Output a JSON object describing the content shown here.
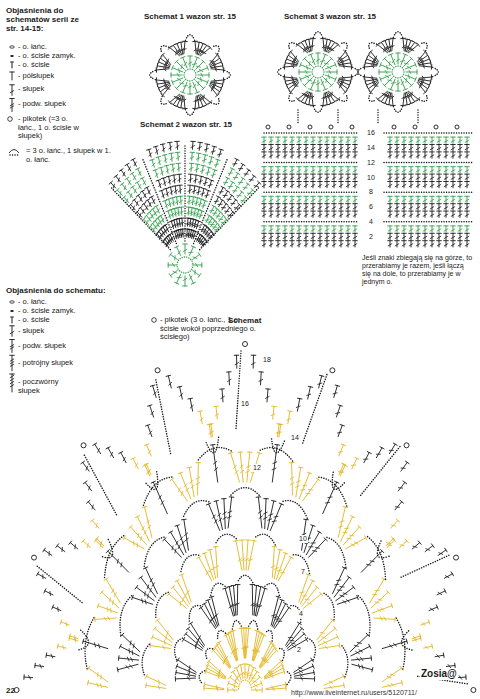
{
  "diagram": {
    "labels": [
      "Objaśnienia do schematów serii ze str. 14-15:",
      "Schemat 1 wazon str. 15",
      "Schemat 3 wazon str. 15",
      "Schemat 2 wazon str. 15",
      "16",
      "14",
      "12",
      "10",
      "8",
      "6",
      "4",
      "2",
      "Objaśnienia do schematu:",
      "Jeśli znaki zbiegają się na górze, to przerabiamy je razem, jeśli łączą się na dole, to przerabiamy je w jednym o.",
      "Schemat",
      "18",
      "16",
      "14",
      "12",
      "10",
      "7",
      "4",
      "2",
      "22",
      "Zosia@",
      "http://www.liveinternet.ru/users/5120711/"
    ],
    "legend": [
      {
        "text": "- o. łańc."
      },
      {
        "text": "- o. ścisłe zamyk."
      },
      {
        "text": "- o. ścisłe"
      },
      {
        "text": "- półsłupek"
      },
      {
        "text": "- słupek"
      },
      {
        "text": "- podw. słupek"
      },
      {
        "text": "- pikotek (=3 o. łańc., 1 o. ścisłe w słupek)"
      },
      {
        "text": "= 3 o. łańc., 1 słupek w 1. o. łańc."
      },
      {
        "text": "- o. łańc."
      },
      {
        "text": "- o. ścisłe zamyk."
      },
      {
        "text": "- o. ścisłe"
      },
      {
        "text": "- słupek"
      },
      {
        "text": "- podw. słupek"
      },
      {
        "text": "- potrójny słupek"
      },
      {
        "text": "- poczwórny słupek"
      },
      {
        "text": "- pikotek (3 o. łańc., 1 o. ścisłe wokół poprzedniego o. ścisłego)"
      }
    ]
  }
}
